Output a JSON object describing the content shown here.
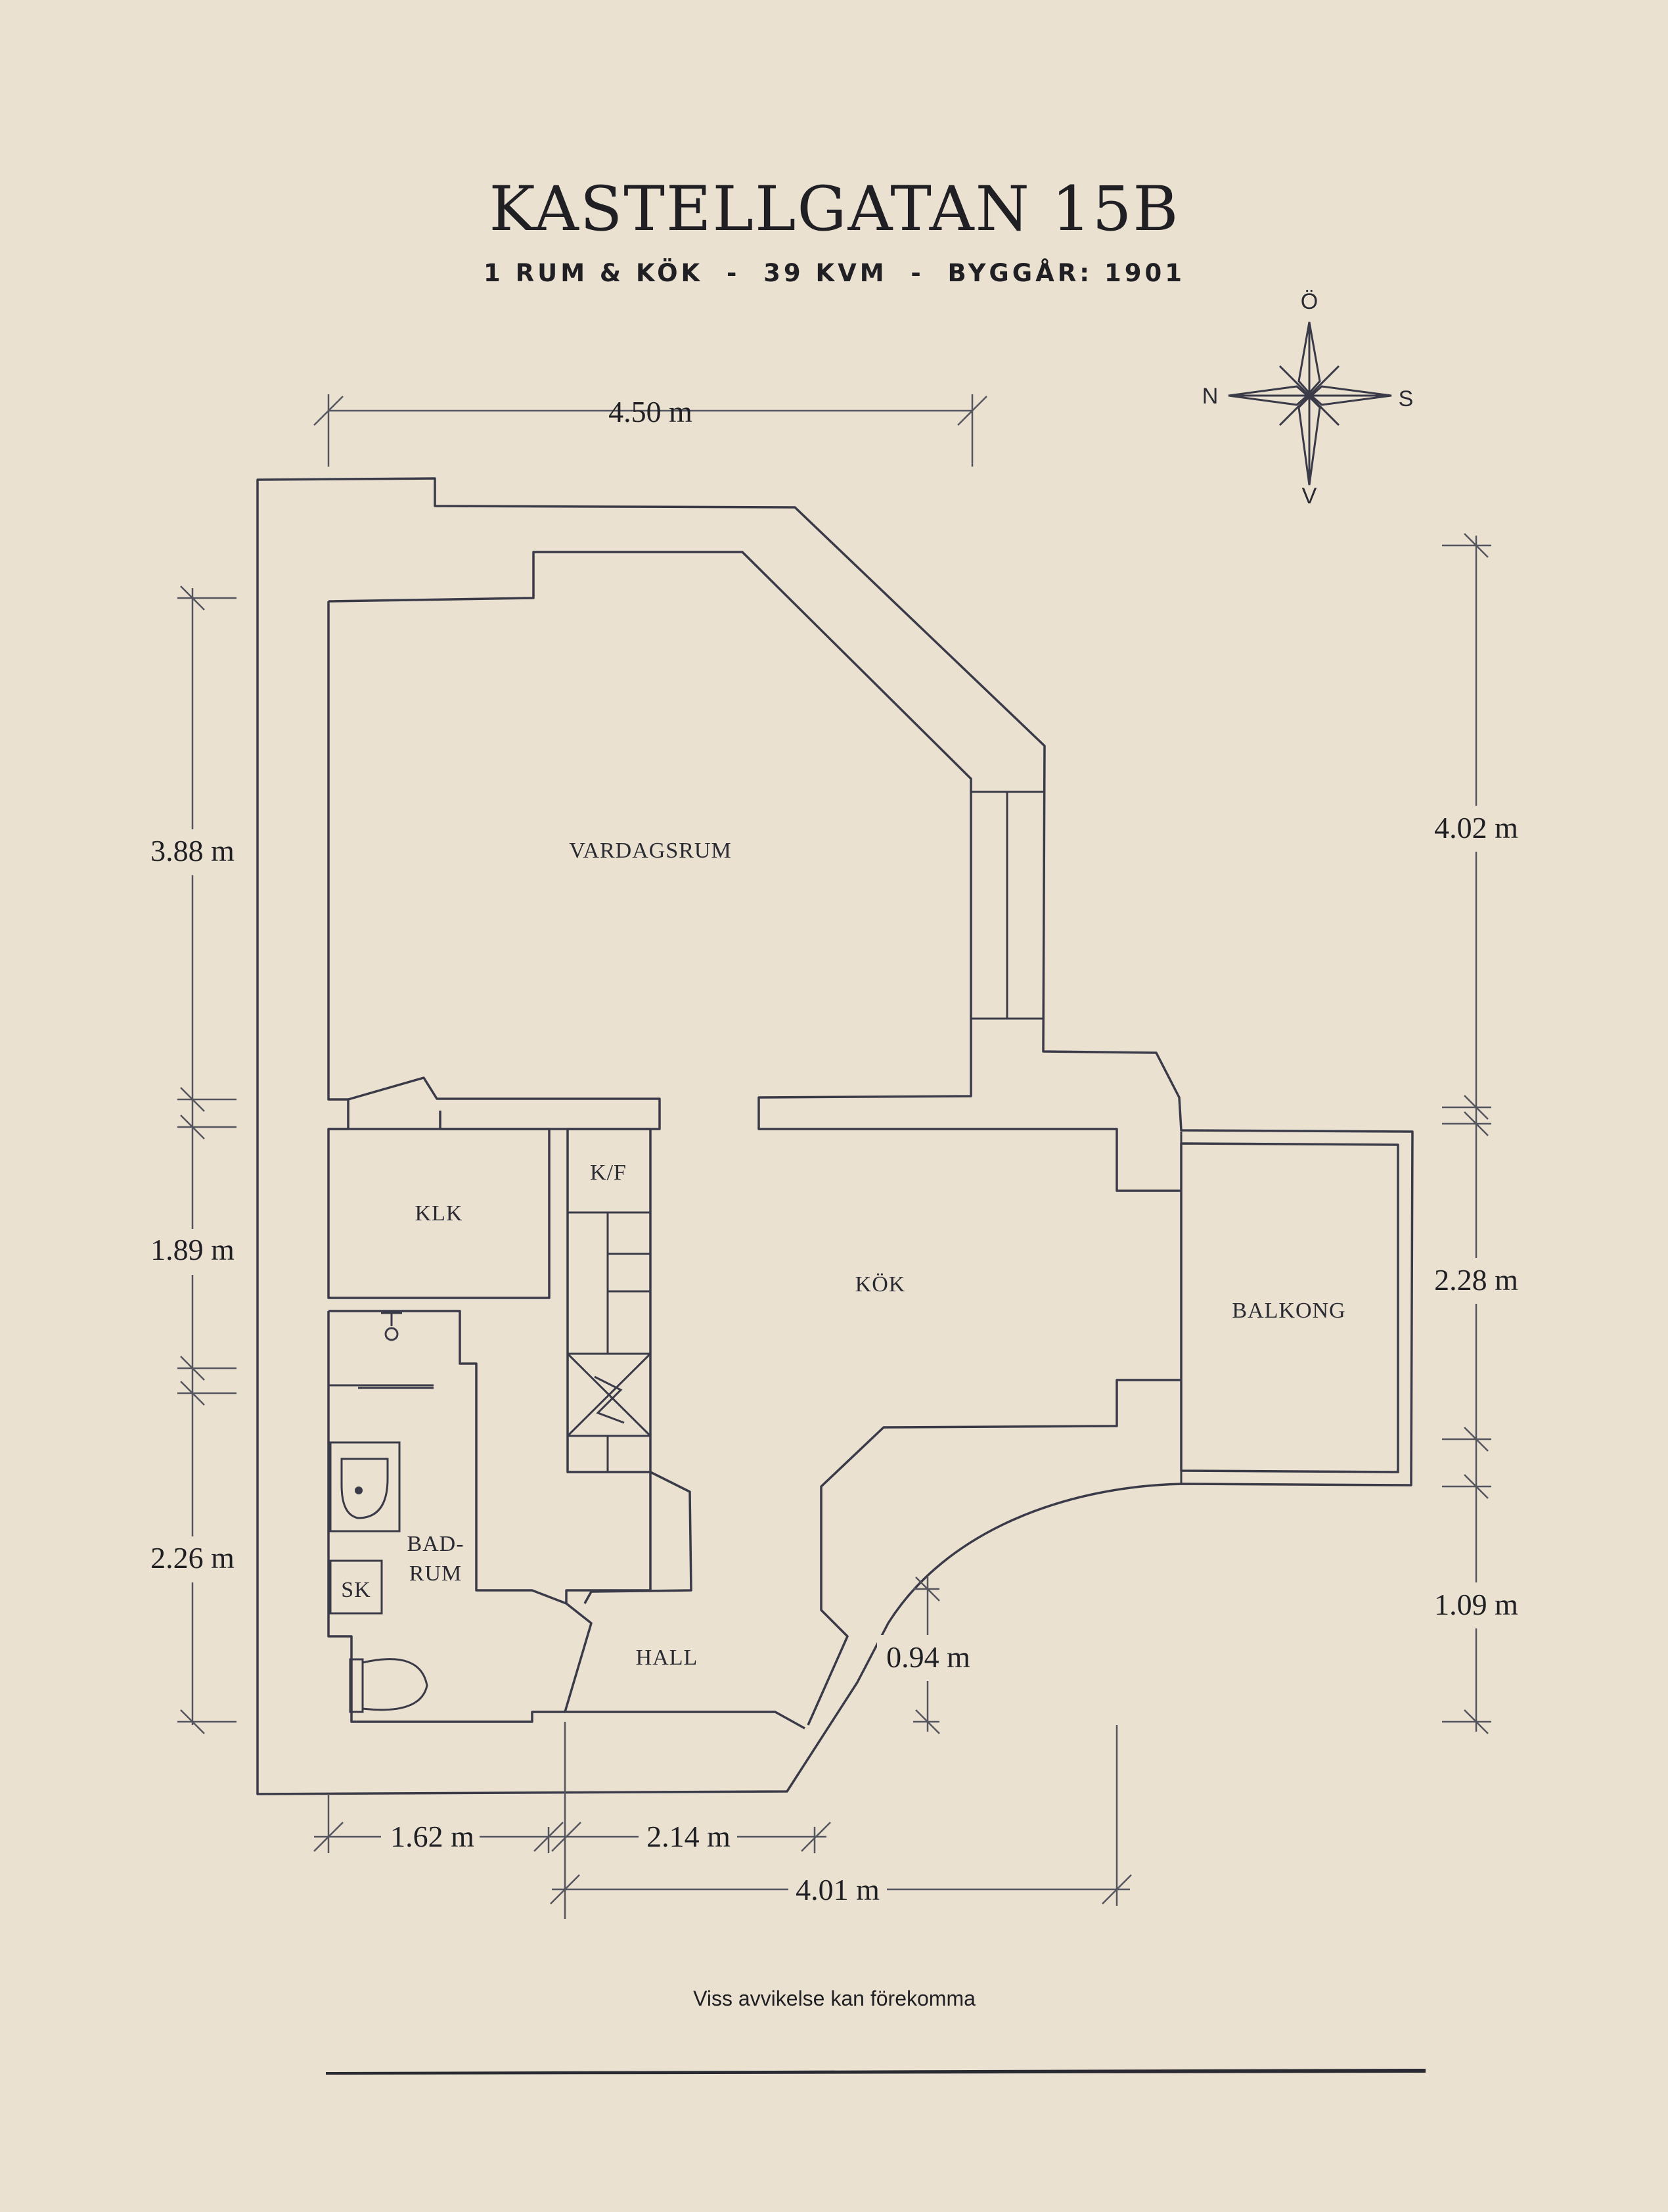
{
  "header": {
    "title": "KASTELLGATAN 15B",
    "subtitle": "1 RUM & KÖK  -  39 KVM  -  BYGGÅR: 1901"
  },
  "compass": {
    "north": "Ö",
    "west": "N",
    "east": "S",
    "south": "V"
  },
  "rooms": {
    "vardagsrum": "VARDAGSRUM",
    "klk": "KLK",
    "kf": "K/F",
    "kok": "KÖK",
    "balkong": "BALKONG",
    "badrum_line1": "BAD-",
    "badrum_line2": "RUM",
    "sk": "SK",
    "hall": "HALL"
  },
  "dimensions": {
    "top_width": "4.50 m",
    "left_upper": "3.88 m",
    "left_middle": "1.89 m",
    "left_lower": "2.26 m",
    "right_upper": "4.02 m",
    "right_middle": "2.28 m",
    "right_lower": "1.09 m",
    "door_arc": "0.94 m",
    "bottom_left": "1.62 m",
    "bottom_mid": "2.14 m",
    "bottom_total": "4.01 m"
  },
  "footer": {
    "note": "Viss avvikelse kan förekomma"
  },
  "colors": {
    "background": "#EAE1D0",
    "ink": "#3a3a48"
  }
}
